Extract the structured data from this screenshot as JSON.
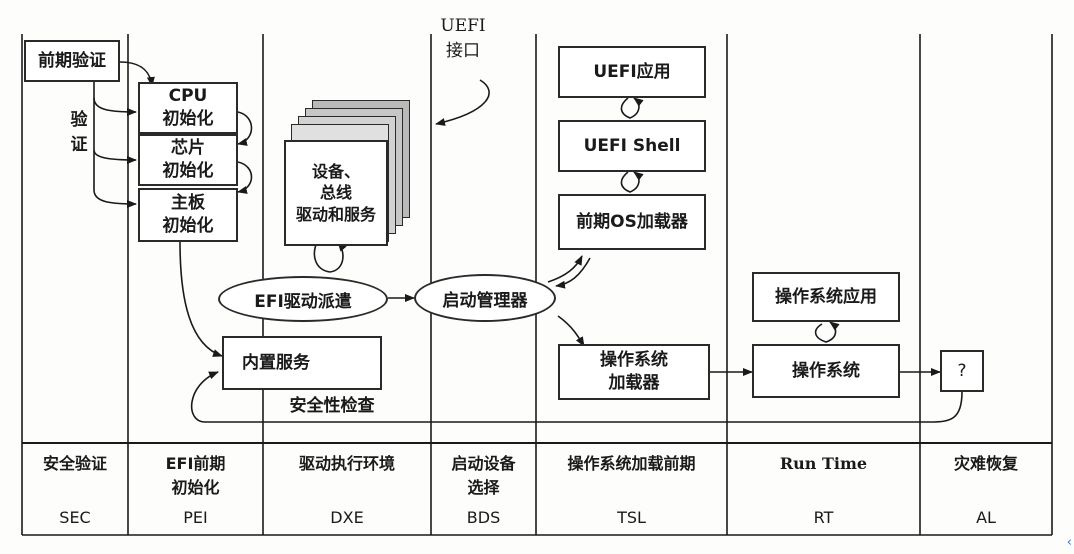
{
  "boxes": {
    "early_verify": "前期验证",
    "cpu_init": "CPU\n初始化",
    "chip_init": "芯片\n初始化",
    "board_init": "主板\n初始化",
    "device_drivers": "设备、\n总线\n驱动和服务",
    "uefi_app": "UEFI应用",
    "uefi_shell": "UEFI Shell",
    "early_os_loader": "前期OS加载器",
    "os_loader": "操作系统\n加载器",
    "os_app": "操作系统应用",
    "os": "操作系统",
    "unknown": "?",
    "builtin_services": "内置服务"
  },
  "ellipses": {
    "efi_dispatch": "EFI驱动派遣",
    "boot_manager": "启动管理器"
  },
  "labels": {
    "verify": "验\n证",
    "uefi_interface": "UEFI\n接口",
    "security_check": "安全性检查"
  },
  "phases": [
    {
      "name": "安全验证",
      "code": "SEC"
    },
    {
      "name": "EFI前期\n初始化",
      "code": "PEI"
    },
    {
      "name": "驱动执行环境",
      "code": "DXE"
    },
    {
      "name": "启动设备\n选择",
      "code": "BDS"
    },
    {
      "name": "操作系统加载前期",
      "code": "TSL"
    },
    {
      "name": "Run Time",
      "code": "RT"
    },
    {
      "name": "灾难恢复",
      "code": "AL"
    }
  ],
  "colors": {
    "ink": "#1a1a1a",
    "background": "#fdfdfc"
  }
}
